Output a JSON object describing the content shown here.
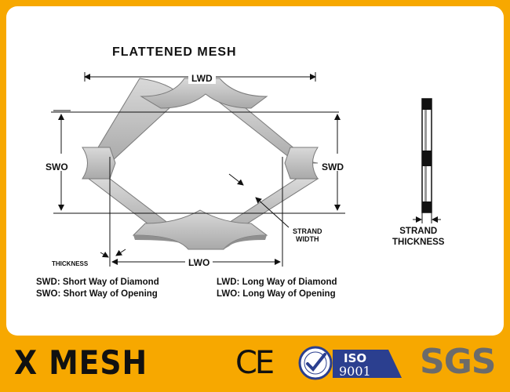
{
  "diagram": {
    "title": "FLATTENED MESH",
    "labels": {
      "lwd": "LWD",
      "swo": "SWO",
      "swd": "SWD",
      "lwo": "LWO",
      "thickness": "THICKNESS",
      "strand_width_1": "STRAND",
      "strand_width_2": "WIDTH",
      "strand_thickness_1": "STRAND",
      "strand_thickness_2": "THICKNESS"
    },
    "legend": [
      "SWD: Short Way of Diamond",
      "SWO: Short Way of Opening",
      "LWD: Long Way of Diamond",
      "LWO: Long Way of Opening"
    ]
  },
  "footer": {
    "brand": "X MESH",
    "ce_mark": "CE",
    "iso_text": "ISO",
    "iso_number": "9001",
    "sgs": "SGS"
  },
  "colors": {
    "border": "#f7a800",
    "metal": "#c2c2c2",
    "metal_shadow": "#8f8f8f",
    "iso_blue": "#2b3f8f",
    "sgs_gray": "#6b6b6b"
  }
}
